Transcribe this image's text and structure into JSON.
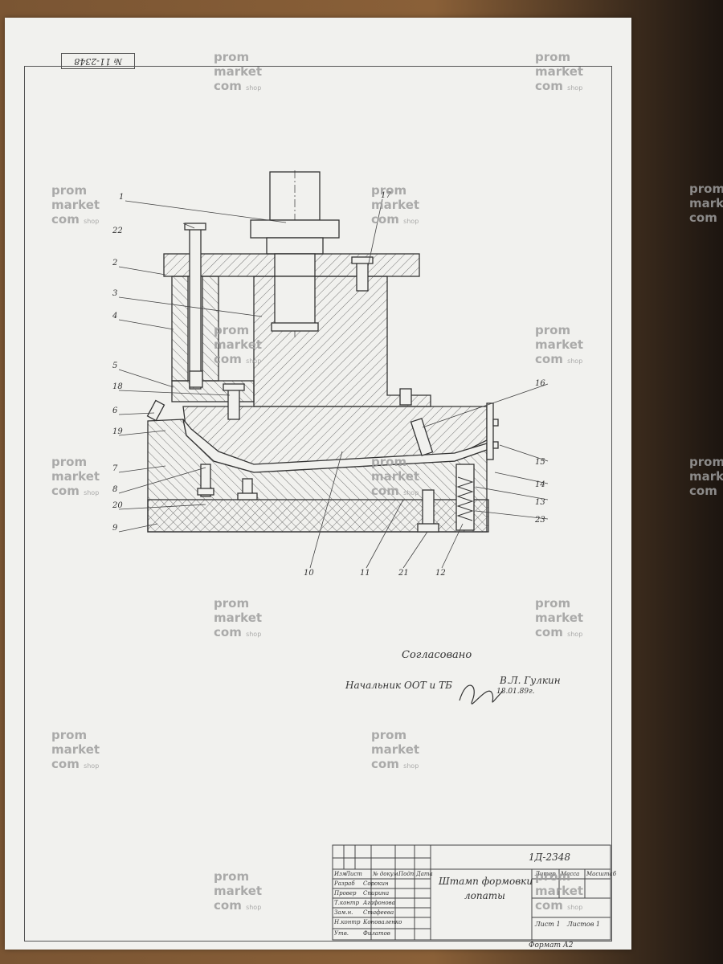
{
  "document": {
    "stamp_corner": "№ 11-2348",
    "drawing_code": "1Д-2348",
    "title_line1": "Штамп формовки",
    "title_line2": "лопаты",
    "approval_heading": "Согласовано",
    "approval_role": "Начальник ООТ и ТБ",
    "approval_name": "В.Л. Гулкин",
    "approval_date": "18.01.89г.",
    "format_label": "Формат А2",
    "sheet_label": "Лист 1",
    "sheets_label": "Листов 1"
  },
  "title_block": {
    "header_cells": [
      "Изм",
      "Лист",
      "№ докум",
      "Подп",
      "Дата"
    ],
    "roles": [
      "Разраб",
      "Провер",
      "Т.контр",
      "Зам.н.",
      "Н.контр",
      "Утв."
    ],
    "names": [
      "Сорокин",
      "Спирина",
      "Агафонова",
      "Стафеева",
      "Коноваленко",
      "Филатов"
    ],
    "right_header": [
      "Литер",
      "Масса",
      "Масштаб"
    ]
  },
  "parts": [
    "1",
    "2",
    "3",
    "4",
    "5",
    "6",
    "7",
    "8",
    "9",
    "10",
    "11",
    "12",
    "13",
    "14",
    "15",
    "16",
    "17",
    "18",
    "19",
    "20",
    "21",
    "22",
    "23"
  ],
  "watermark": {
    "line1": "prom",
    "line2": "market",
    "line3": "com",
    "small": "shop"
  }
}
